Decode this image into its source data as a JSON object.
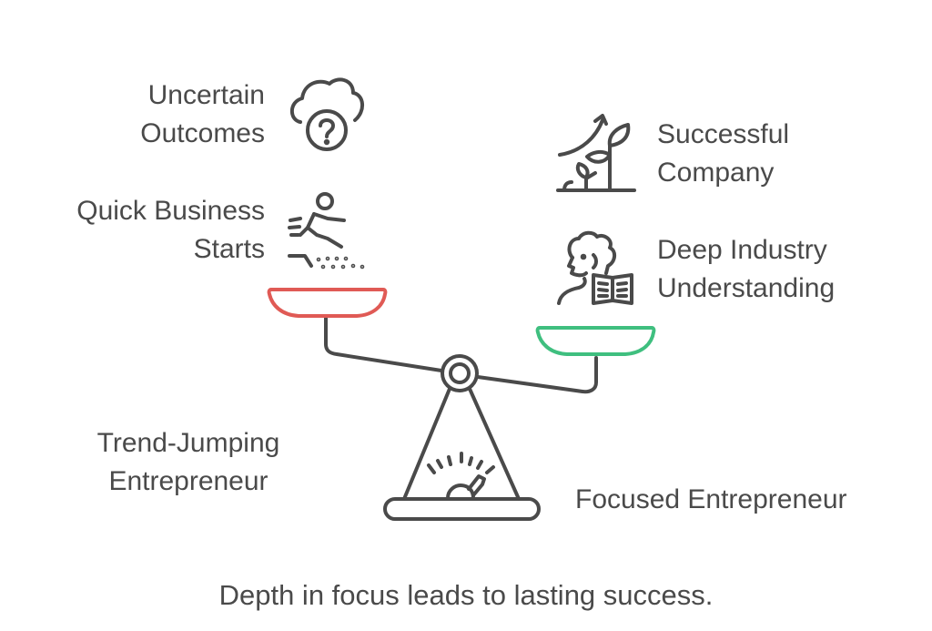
{
  "diagram": {
    "type": "balance-scale-comparison",
    "left_side": {
      "title_lines": [
        "Trend-Jumping",
        "Entrepreneur"
      ],
      "pan_color": "#e05a55",
      "items": [
        {
          "label_lines": [
            "Uncertain",
            "Outcomes"
          ],
          "icon": "cloud-question-icon"
        },
        {
          "label_lines": [
            "Quick Business",
            "Starts"
          ],
          "icon": "jumping-person-icon"
        }
      ]
    },
    "right_side": {
      "title_lines": [
        "Focused Entrepreneur"
      ],
      "pan_color": "#3fbf7f",
      "items": [
        {
          "label_lines": [
            "Successful",
            "Company"
          ],
          "icon": "growing-plant-icon"
        },
        {
          "label_lines": [
            "Deep Industry",
            "Understanding"
          ],
          "icon": "person-reading-icon"
        }
      ]
    },
    "scale": {
      "beam_tilt": "right-side-lower",
      "fulcrum_icon": "gauge-meter-icon",
      "stroke_color": "#4a4a4a"
    },
    "caption": "Depth in focus leads to lasting success."
  }
}
